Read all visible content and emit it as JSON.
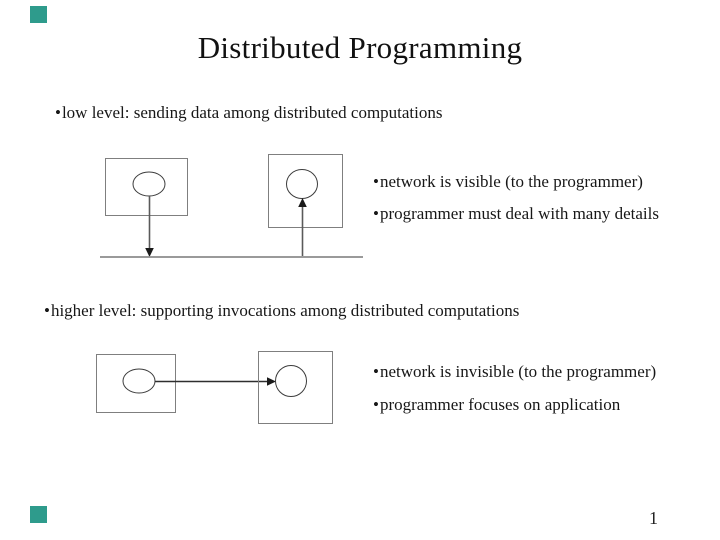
{
  "slide": {
    "title": "Distributed Programming",
    "bullet_marker": "•",
    "page_number": "1",
    "sections": [
      {
        "heading": "low level: sending data among distributed computations",
        "points": [
          "network is visible (to the programmer)",
          "programmer must deal with many details"
        ]
      },
      {
        "heading": "higher level: supporting invocations among distributed computations",
        "points": [
          "network is invisible (to the programmer)",
          "programmer focuses on application"
        ]
      }
    ],
    "diagrams": [
      {
        "name": "low-level-message-passing",
        "elements": [
          "computer-box",
          "process-ellipse",
          "send-arrow-down",
          "receive-arrow-up",
          "network-line"
        ]
      },
      {
        "name": "high-level-invocation",
        "elements": [
          "computer-box",
          "process-ellipse",
          "invocation-arrow"
        ]
      }
    ],
    "decor": {
      "accent_color": "#2E9B8C"
    }
  }
}
